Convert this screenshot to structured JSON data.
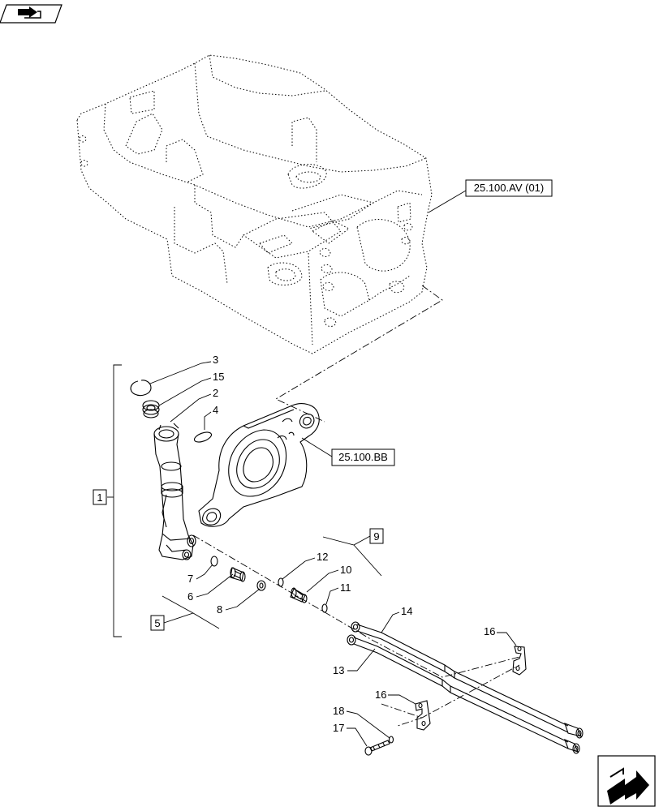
{
  "references": {
    "top": "25.100.AV (01)",
    "middle": "25.100.BB"
  },
  "boxed_callouts": [
    "1",
    "5",
    "9"
  ],
  "callouts": [
    "2",
    "3",
    "4",
    "6",
    "7",
    "8",
    "10",
    "11",
    "12",
    "13",
    "14",
    "15",
    "16",
    "16",
    "17",
    "18"
  ],
  "icons": {
    "top_left": "book-arrow-icon",
    "bottom_right": "next-page-arrow-icon"
  }
}
